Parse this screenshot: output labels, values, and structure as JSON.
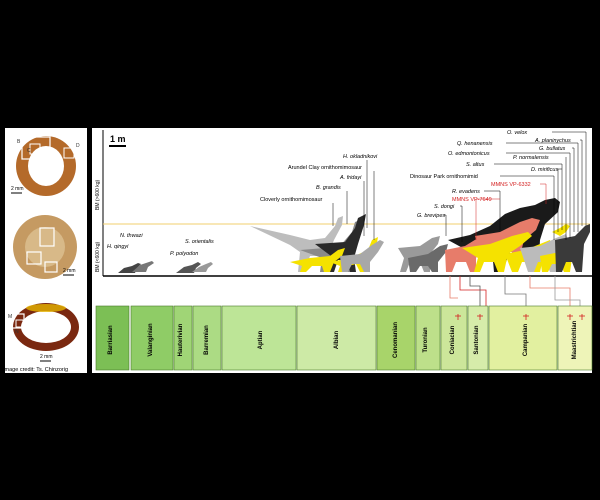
{
  "scale_bar": "1 m",
  "axis_label": "BM (<600 kg)",
  "image_credit": "Image credit: Ts. Chinzorig",
  "thin_sections": [
    {
      "scale": "2 mm",
      "markers": [
        "B",
        "C",
        "D"
      ]
    },
    {
      "scale": "2 mm",
      "markers": []
    },
    {
      "scale": "2 mm",
      "markers": [
        "M",
        "N"
      ]
    }
  ],
  "taxa_early": [
    {
      "label": "N. thwazi",
      "color": "#000000"
    },
    {
      "label": "H. qingyi",
      "color": "#000000"
    },
    {
      "label": "S. orientalis",
      "color": "#000000"
    },
    {
      "label": "P. polyodon",
      "color": "#000000"
    }
  ],
  "taxa_mid": [
    {
      "label": "H. okladnikovi",
      "color": "#000000"
    },
    {
      "label": "Arundel Clay ornithomimosaur",
      "color": "#000000"
    },
    {
      "label": "A. fridayi",
      "color": "#000000"
    },
    {
      "label": "B. grandis",
      "color": "#000000"
    },
    {
      "label": "Cloverly ornithomimosaur",
      "color": "#000000"
    }
  ],
  "taxa_late": [
    {
      "label": "O. velox",
      "color": "#000000"
    },
    {
      "label": "A. planinychus",
      "color": "#000000"
    },
    {
      "label": "Q. henanensis",
      "color": "#000000"
    },
    {
      "label": "G. bullatus",
      "color": "#000000"
    },
    {
      "label": "O. edmontonicus",
      "color": "#000000"
    },
    {
      "label": "P. normalensis",
      "color": "#000000"
    },
    {
      "label": "S. altus",
      "color": "#000000"
    },
    {
      "label": "D. mirificus",
      "color": "#000000"
    },
    {
      "label": "Dinosaur Park ornithomimid",
      "color": "#000000"
    },
    {
      "label": "MMNS VP-6332",
      "color": "#d42020"
    },
    {
      "label": "R. evadens",
      "color": "#000000"
    },
    {
      "label": "MMNS VP-7649",
      "color": "#d42020"
    },
    {
      "label": "S. dongi",
      "color": "#000000"
    },
    {
      "label": "G. brevipes",
      "color": "#000000"
    }
  ],
  "stages": [
    {
      "name": "Barriasian",
      "color": "#7cbf55"
    },
    {
      "name": "Valanginian",
      "color": "#8fcc66"
    },
    {
      "name": "Hauterivian",
      "color": "#a0d576"
    },
    {
      "name": "Barremian",
      "color": "#acdb84"
    },
    {
      "name": "Aptian",
      "color": "#bde597"
    },
    {
      "name": "Albian",
      "color": "#cdeaa6"
    },
    {
      "name": "Cenomanian",
      "color": "#a8d46a"
    },
    {
      "name": "Turonian",
      "color": "#bde08a"
    },
    {
      "name": "Coniacian",
      "color": "#cce69a"
    },
    {
      "name": "Santonian",
      "color": "#d6ecaa"
    },
    {
      "name": "Campanian",
      "color": "#e2f0a0"
    },
    {
      "name": "Maastrichtian",
      "color": "#eef4b8"
    }
  ],
  "colors": {
    "panel_bg": "#ffffff",
    "figure_bg": "#000000",
    "highlight_red": "#d42020",
    "yellow": "#f5e200",
    "gray": "#8a8a8a",
    "dark": "#2a2a2a",
    "salmon": "#e77c6a"
  }
}
